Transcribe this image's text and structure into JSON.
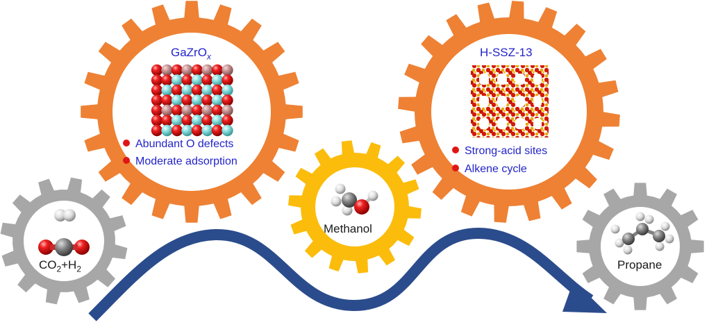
{
  "colors": {
    "orange_gear": "#ee8134",
    "yellow_gear": "#fbbc0c",
    "grey_gear": "#a7a7a7",
    "arrow": "#2b4c8c",
    "bullet": "#e01616",
    "label_blue": "#2323c8"
  },
  "gears": {
    "catalyst_1": {
      "name_main": "GaZrO",
      "name_sub": "x",
      "features": [
        "Abundant O defects",
        "Moderate adsorption"
      ]
    },
    "catalyst_2": {
      "name": "H-SSZ-13",
      "features": [
        "Strong-acid sites",
        "Alkene cycle"
      ]
    },
    "intermediate": {
      "label": "Methanol"
    },
    "reactant": {
      "co": "CO",
      "sub1": "2",
      "plus_h": "+H",
      "sub2": "2"
    },
    "product": {
      "label": "Propane"
    }
  }
}
